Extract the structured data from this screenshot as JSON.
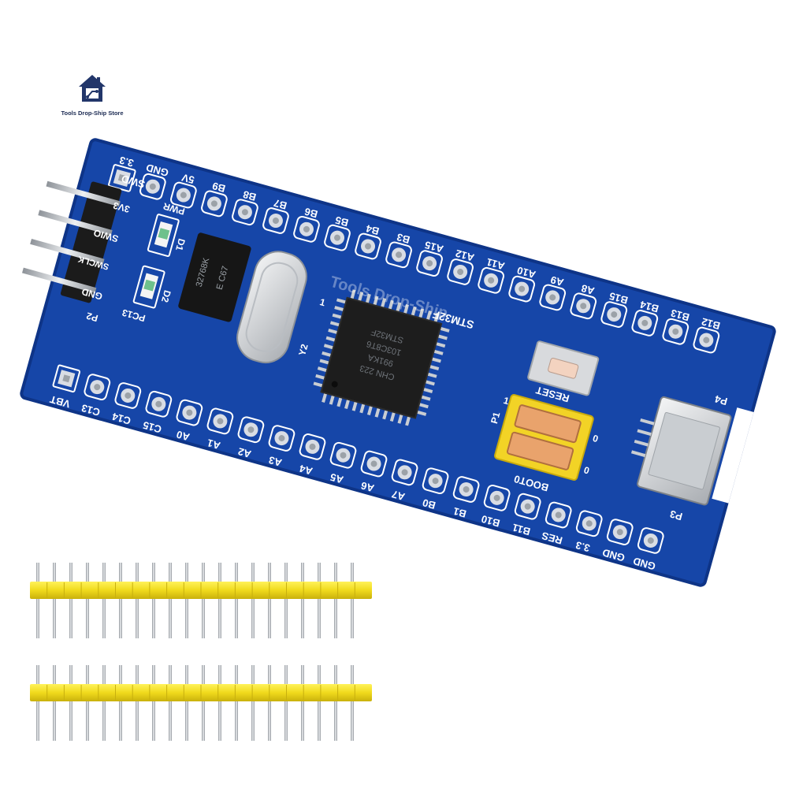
{
  "brand": {
    "name": "Tools Drop-Ship Store",
    "logo_icon": "house-circuit-icon"
  },
  "colors": {
    "pcb": "#1646a8",
    "pcb_edge": "#0e3487",
    "silk": "#ffffff",
    "pad": "#d9dde4",
    "header_plastic": "#f2e230",
    "pin_metal": "#c9cdd2",
    "jumper": "#e9c25a"
  },
  "board": {
    "top_row_labels": [
      "3.3",
      "GND",
      "5V",
      "B9",
      "B8",
      "B7",
      "B6",
      "B5",
      "B4",
      "B3",
      "A15",
      "A12",
      "A11",
      "A10",
      "A9",
      "A8",
      "B15",
      "B14",
      "B13",
      "B12"
    ],
    "bottom_row_labels": [
      "VBT",
      "C13",
      "C14",
      "C15",
      "A0",
      "A1",
      "A2",
      "A3",
      "A4",
      "A5",
      "A6",
      "A7",
      "B0",
      "B1",
      "B10",
      "B11",
      "RES",
      "3.3",
      "GND",
      "GND"
    ],
    "swd_labels": [
      "SWD",
      "3V3",
      "SWIO",
      "SWCLK",
      "GND",
      "P2"
    ],
    "led_labels": {
      "pwr": "PWR",
      "d1": "D1",
      "d2": "D2",
      "pc13": "PC13"
    },
    "crystal_labels": {
      "y2": "Y2",
      "mark": "1"
    },
    "chip": {
      "family_label": "STM32F",
      "marking": [
        "STM32F",
        "103C8T6",
        "991KA",
        "CHN 223"
      ]
    },
    "oscillator": {
      "marking": [
        "32768K",
        "E C67"
      ]
    },
    "reset_label": "RESET",
    "boot_labels": {
      "boot0": "BOOT0",
      "p1": "P1",
      "one": "1",
      "zero": "0"
    },
    "connector_labels": {
      "p3": "P3",
      "p4": "P4"
    },
    "watermark": "Tools Drop-Ship"
  },
  "headers": {
    "pins_per_strip": 20,
    "strip_count": 2
  }
}
